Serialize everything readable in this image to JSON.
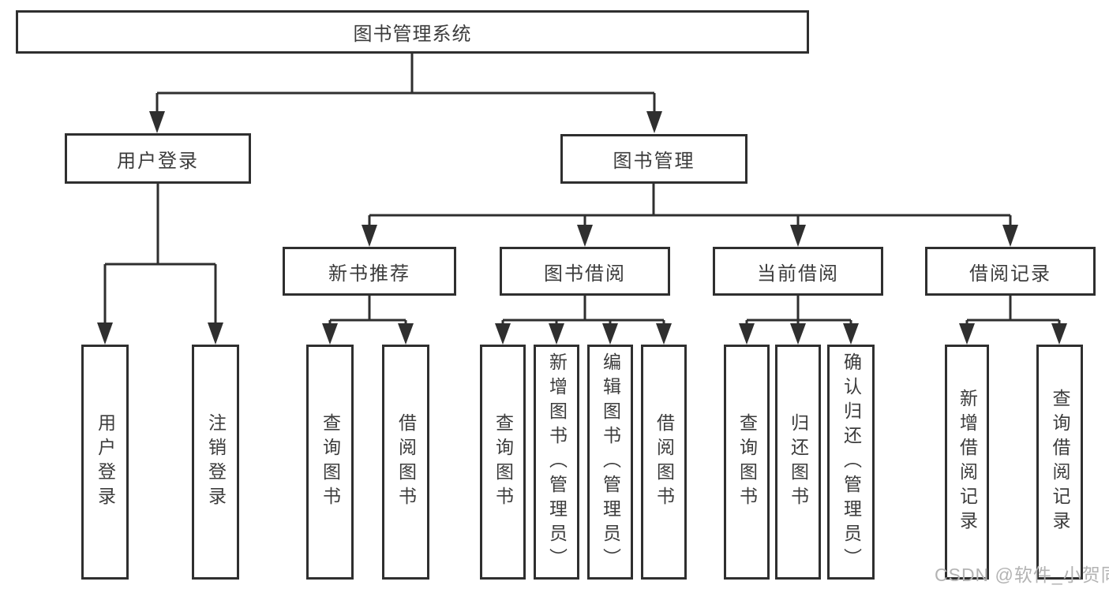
{
  "tree": {
    "root": {
      "label": "图书管理系统"
    },
    "level1": [
      {
        "label": "用户登录"
      },
      {
        "label": "图书管理"
      }
    ],
    "level2": [
      {
        "label": "新书推荐"
      },
      {
        "label": "图书借阅"
      },
      {
        "label": "当前借阅"
      },
      {
        "label": "借阅记录"
      }
    ],
    "leaves": {
      "user_login": [
        "用户登录",
        "注销登录"
      ],
      "new_book": [
        "查询图书",
        "借阅图书"
      ],
      "book_borrow": [
        "查询图书",
        "新增图书（管理员）",
        "编辑图书（管理员）",
        "借阅图书"
      ],
      "current_borrow": [
        "查询图书",
        "归还图书",
        "确认归还（管理员）"
      ],
      "borrow_records": [
        "新增借阅记录",
        "查询借阅记录"
      ]
    }
  },
  "watermark": "CSDN @软件_小贺同学",
  "colors": {
    "line": "#2f2f2f",
    "text": "#3c3c3c",
    "watermark": "#b3b3b3",
    "background": "#ffffff"
  }
}
